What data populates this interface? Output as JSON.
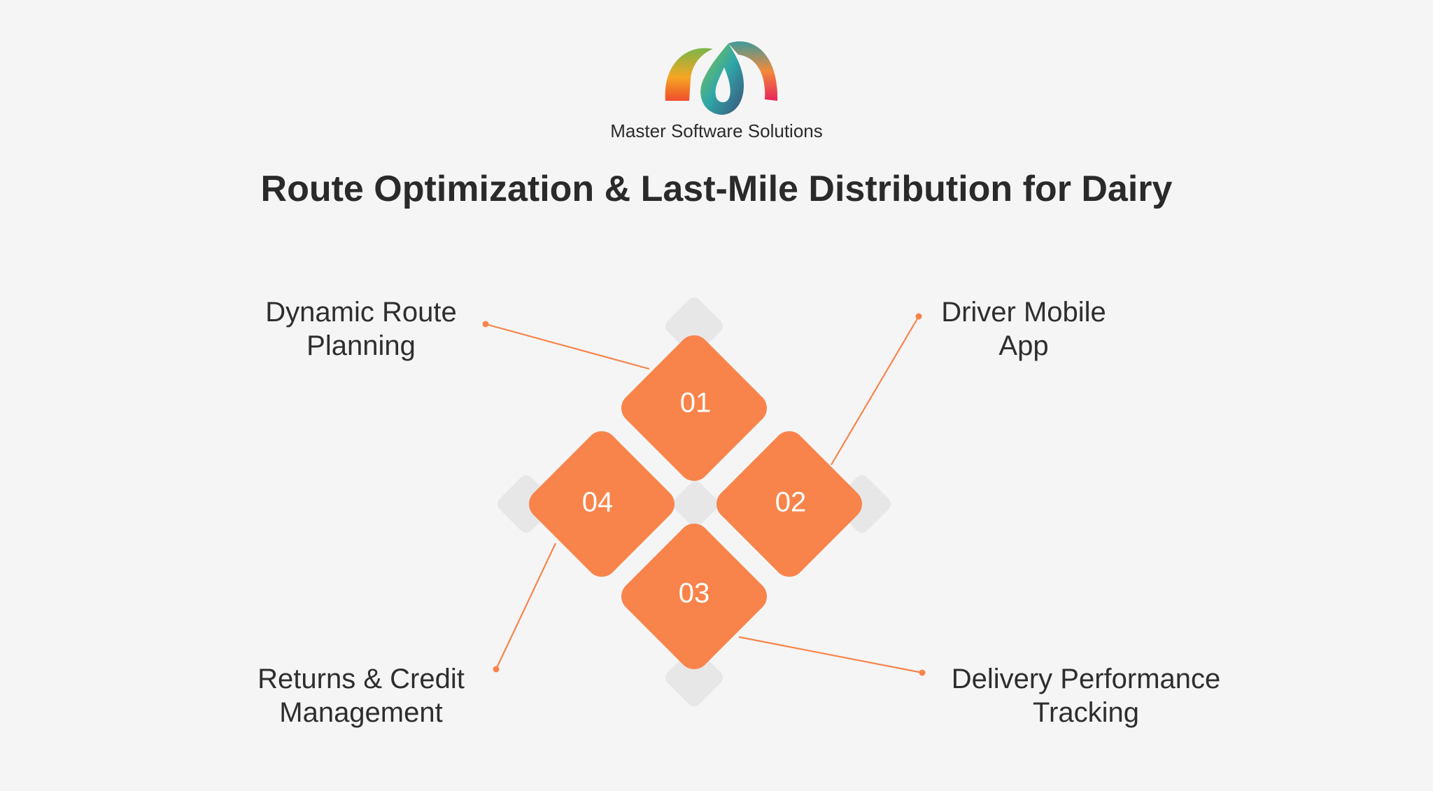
{
  "header": {
    "company_name": "Master Software Solutions",
    "title": "Route Optimization & Last-Mile Distribution for Dairy"
  },
  "colors": {
    "background": "#f5f5f5",
    "accent": "#f8844b",
    "placeholder": "#e7e7e7",
    "text": "#2c2c2c"
  },
  "steps": [
    {
      "number": "01",
      "label": "Dynamic Route\nPlanning"
    },
    {
      "number": "02",
      "label": "Driver Mobile\nApp"
    },
    {
      "number": "03",
      "label": "Delivery Performance\nTracking"
    },
    {
      "number": "04",
      "label": "Returns & Credit\nManagement"
    }
  ]
}
